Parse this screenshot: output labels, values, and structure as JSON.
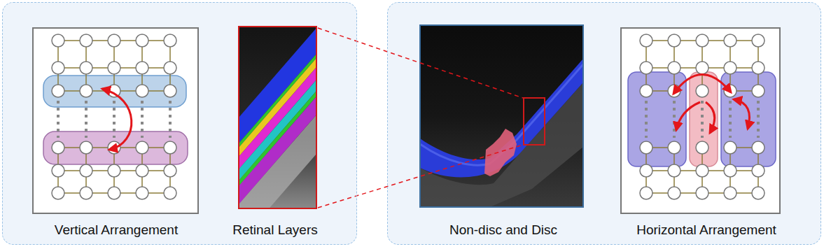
{
  "diagram": {
    "nodes": [
      {
        "text": [
          "Vertical Arrangement",
          "Retinal Layers"
        ]
      },
      {
        "text": [
          "Non-disc and Disc",
          "Horizontal Arrangement"
        ]
      }
    ]
  }
}
